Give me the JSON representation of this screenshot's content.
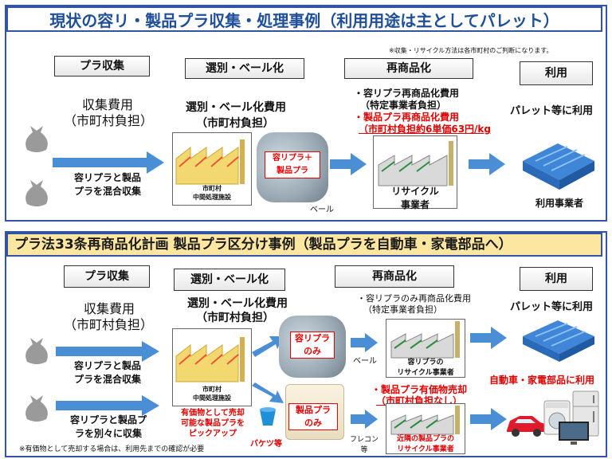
{
  "top": {
    "title": "現状の容リ・製品プラ収集・処理事例（利用用途は主としてパレット）",
    "note": "※収集・リサイクル方法は各市町村のご判断になります。",
    "stages": [
      "プラ収集",
      "選別・ベール化",
      "再商品化",
      "利用"
    ],
    "collection_cost": "収集費用",
    "collection_burden": "（市町村負担）",
    "sorting_cost": "選別・ベール化費用",
    "sorting_burden": "（市町村負担）",
    "reproduct_cost_1": "・容リプラ再商品化費用",
    "reproduct_burden_1": "（特定事業者負担）",
    "reproduct_cost_2": "・製品プラ再商品化費用",
    "reproduct_burden_2": "（市町村負担約6単価63円/kg",
    "use_text": "パレット等に利用",
    "mixed_collection": "容リプラと製品\nプラを混合収集",
    "facility": "市町村\n中間処理施設",
    "bale_label": "容リプラ＋\n製品プラ",
    "bale": "ベール",
    "recycler": "リサイクル\n事業者",
    "user": "利用事業者"
  },
  "bottom": {
    "title": "プラ法33条再商品化計画 製品プラ区分け事例（製品プラを自動車・家電部品へ）",
    "stages": [
      "プラ収集",
      "選別・ベール化",
      "再商品化",
      "利用"
    ],
    "collection_cost": "収集費用",
    "collection_burden": "（市町村負担）",
    "sorting_cost": "選別・ベール化費用",
    "sorting_burden": "（市町村負担）",
    "reproduct_cost_1": "・容リプラのみ再商品化費用",
    "reproduct_burden_1": "（特定事業者負担）",
    "use_text": "パレット等に利用",
    "mixed_collection": "容リプラと製品\nプラを混合収集",
    "separate_collection": "容リプラと製品プ\nラを別々に収集",
    "facility": "市町村\n中間処理施設",
    "pickup": "有価物として売却\n可能な製品プラを\nピックアップ",
    "bale_a": "容リプラ\nのみ",
    "bale_b": "製品プラ\nのみ",
    "bale": "ベール",
    "bucket": "バケツ等",
    "flecon": "フレコン\n等",
    "recycler_a": "容リプラの\nリサイクル事業者",
    "sold": "・製品プラ有価物売却",
    "sold_note": "（市町村負担なし）",
    "recycler_b": "近隣の製品プラの\nリサイクル事業者",
    "auto_use": "自動車・家電部品に利用",
    "footnote": "※有価物として売却する場合は、利用先までの確認が必要"
  },
  "colors": {
    "title_blue": "#1f4e9a",
    "banner_yellow": "#fde7a0",
    "arrow_blue": "#4a8ed6",
    "red": "#e00000"
  }
}
